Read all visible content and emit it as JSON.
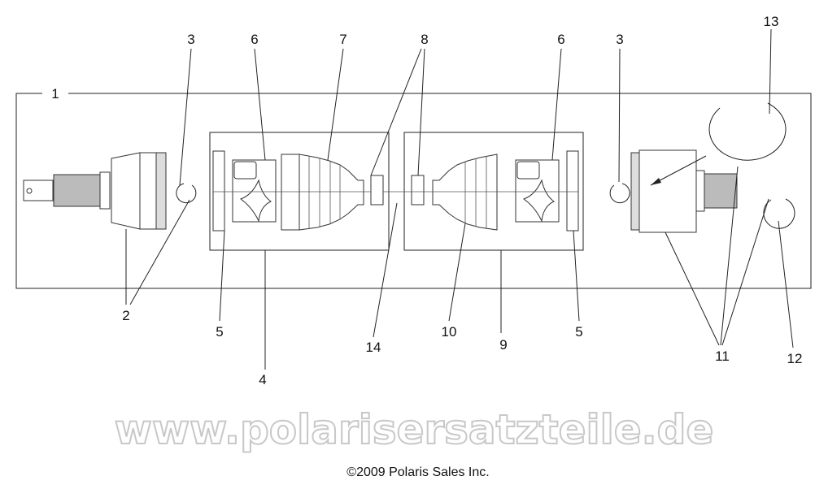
{
  "diagram": {
    "callouts": {
      "c1": "1",
      "c2": "2",
      "c3a": "3",
      "c3b": "3",
      "c4": "4",
      "c5a": "5",
      "c5b": "5",
      "c6a": "6",
      "c6b": "6",
      "c7": "7",
      "c8": "8",
      "c9": "9",
      "c10": "10",
      "c11": "11",
      "c12": "12",
      "c13": "13",
      "c14": "14"
    },
    "copyright": "©2009 Polaris Sales Inc.",
    "watermark": "www.polarisersatzteile.de"
  }
}
